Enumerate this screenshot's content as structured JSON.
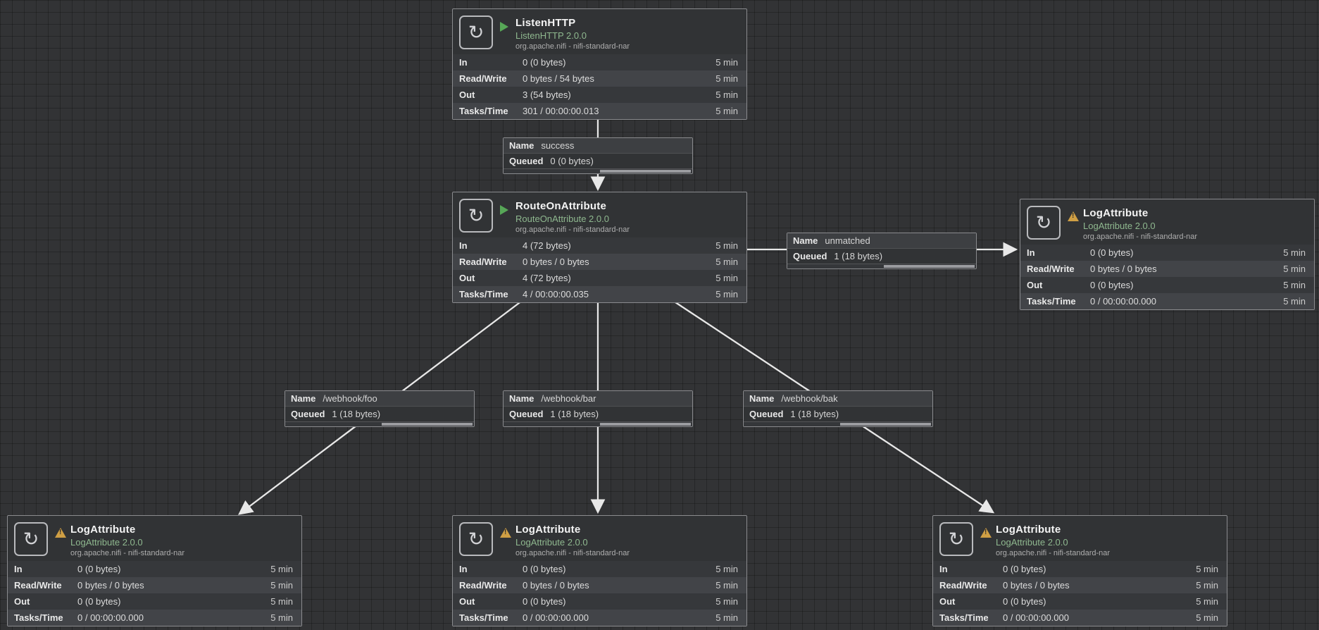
{
  "labels": {
    "name": "Name",
    "queued": "Queued",
    "window": "5 min"
  },
  "icons": {
    "processor_glyph": "↻",
    "run_status": "play-triangle-green",
    "invalid_status": "warning-triangle-amber"
  },
  "colors": {
    "running_green": "#57a757",
    "invalid_amber": "#cf9f44",
    "version_text_green": "#8fb88f",
    "wire": "#e8e8e8"
  },
  "processors": {
    "listen_http": {
      "name": "ListenHTTP",
      "type": "ListenHTTP 2.0.0",
      "bundle": "org.apache.nifi - nifi-standard-nar",
      "status": "running",
      "stats": [
        {
          "label": "In",
          "value": "0 (0 bytes)"
        },
        {
          "label": "Read/Write",
          "value": "0 bytes / 54 bytes"
        },
        {
          "label": "Out",
          "value": "3 (54 bytes)"
        },
        {
          "label": "Tasks/Time",
          "value": "301 / 00:00:00.013"
        }
      ]
    },
    "route_on_attribute": {
      "name": "RouteOnAttribute",
      "type": "RouteOnAttribute 2.0.0",
      "bundle": "org.apache.nifi - nifi-standard-nar",
      "status": "running",
      "stats": [
        {
          "label": "In",
          "value": "4 (72 bytes)"
        },
        {
          "label": "Read/Write",
          "value": "0 bytes / 0 bytes"
        },
        {
          "label": "Out",
          "value": "4 (72 bytes)"
        },
        {
          "label": "Tasks/Time",
          "value": "4 / 00:00:00.035"
        }
      ]
    },
    "log_unmatched": {
      "name": "LogAttribute",
      "type": "LogAttribute 2.0.0",
      "bundle": "org.apache.nifi - nifi-standard-nar",
      "status": "invalid",
      "stats": [
        {
          "label": "In",
          "value": "0 (0 bytes)"
        },
        {
          "label": "Read/Write",
          "value": "0 bytes / 0 bytes"
        },
        {
          "label": "Out",
          "value": "0 (0 bytes)"
        },
        {
          "label": "Tasks/Time",
          "value": "0 / 00:00:00.000"
        }
      ]
    },
    "log_foo": {
      "name": "LogAttribute",
      "type": "LogAttribute 2.0.0",
      "bundle": "org.apache.nifi - nifi-standard-nar",
      "status": "invalid",
      "stats": [
        {
          "label": "In",
          "value": "0 (0 bytes)"
        },
        {
          "label": "Read/Write",
          "value": "0 bytes / 0 bytes"
        },
        {
          "label": "Out",
          "value": "0 (0 bytes)"
        },
        {
          "label": "Tasks/Time",
          "value": "0 / 00:00:00.000"
        }
      ]
    },
    "log_bar": {
      "name": "LogAttribute",
      "type": "LogAttribute 2.0.0",
      "bundle": "org.apache.nifi - nifi-standard-nar",
      "status": "invalid",
      "stats": [
        {
          "label": "In",
          "value": "0 (0 bytes)"
        },
        {
          "label": "Read/Write",
          "value": "0 bytes / 0 bytes"
        },
        {
          "label": "Out",
          "value": "0 (0 bytes)"
        },
        {
          "label": "Tasks/Time",
          "value": "0 / 00:00:00.000"
        }
      ]
    },
    "log_bak": {
      "name": "LogAttribute",
      "type": "LogAttribute 2.0.0",
      "bundle": "org.apache.nifi - nifi-standard-nar",
      "status": "invalid",
      "stats": [
        {
          "label": "In",
          "value": "0 (0 bytes)"
        },
        {
          "label": "Read/Write",
          "value": "0 bytes / 0 bytes"
        },
        {
          "label": "Out",
          "value": "0 (0 bytes)"
        },
        {
          "label": "Tasks/Time",
          "value": "0 / 00:00:00.000"
        }
      ]
    }
  },
  "connections": {
    "success": {
      "name": "success",
      "queued": "0 (0 bytes)"
    },
    "unmatched": {
      "name": "unmatched",
      "queued": "1 (18 bytes)"
    },
    "webhook_foo": {
      "name": "/webhook/foo",
      "queued": "1 (18 bytes)"
    },
    "webhook_bar": {
      "name": "/webhook/bar",
      "queued": "1 (18 bytes)"
    },
    "webhook_bak": {
      "name": "/webhook/bak",
      "queued": "1 (18 bytes)"
    }
  }
}
